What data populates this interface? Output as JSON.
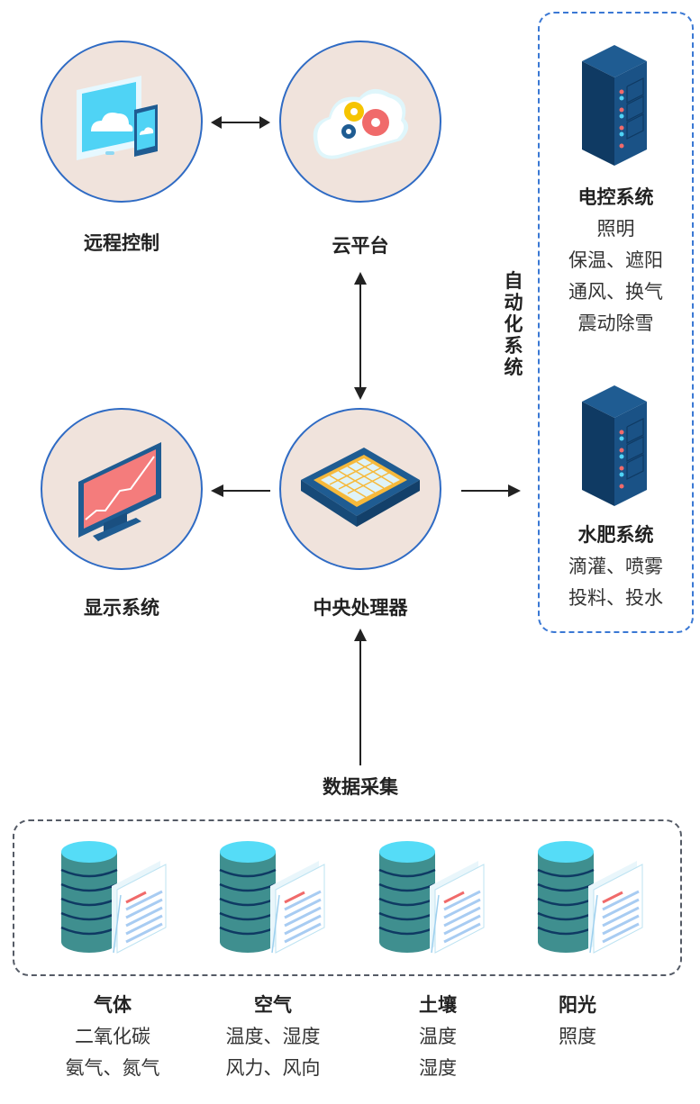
{
  "diagram": {
    "nodes": {
      "remote_control": {
        "label": "远程控制",
        "icon": "tablet-phone-cloud-icon"
      },
      "cloud_platform": {
        "label": "云平台",
        "icon": "cloud-gears-icon"
      },
      "display_system": {
        "label": "显示系统",
        "icon": "monitor-chart-icon"
      },
      "cpu": {
        "label": "中央处理器",
        "icon": "cpu-chip-icon"
      }
    },
    "automation": {
      "label": "自动化系统",
      "systems": [
        {
          "title": "电控系统",
          "items": [
            "照明",
            "保温、遮阳",
            "通风、换气",
            "震动除雪"
          ],
          "icon": "server-rack-icon"
        },
        {
          "title": "水肥系统",
          "items": [
            "滴灌、喷雾",
            "投料、投水"
          ],
          "icon": "server-rack-icon"
        }
      ]
    },
    "data_collection": {
      "label": "数据采集",
      "sources": [
        {
          "title": "气体",
          "items": [
            "二氧化碳",
            "氨气、氮气"
          ],
          "icon": "database-document-icon"
        },
        {
          "title": "空气",
          "items": [
            "温度、湿度",
            "风力、风向"
          ],
          "icon": "database-document-icon"
        },
        {
          "title": "土壤",
          "items": [
            "温度",
            "湿度"
          ],
          "icon": "database-document-icon"
        },
        {
          "title": "阳光",
          "items": [
            "照度"
          ],
          "icon": "database-document-icon"
        }
      ]
    },
    "connections": [
      {
        "from": "远程控制",
        "to": "云平台",
        "direction": "bidirectional"
      },
      {
        "from": "云平台",
        "to": "中央处理器",
        "direction": "bidirectional"
      },
      {
        "from": "中央处理器",
        "to": "显示系统",
        "direction": "forward"
      },
      {
        "from": "中央处理器",
        "to": "自动化系统",
        "direction": "forward"
      },
      {
        "from": "数据采集",
        "to": "中央处理器",
        "direction": "forward"
      }
    ],
    "colors": {
      "circle_fill": "#f0e3dc",
      "circle_border": "#2f6bc4",
      "automation_border": "#3a78d4",
      "data_border": "#555b66",
      "arrow": "#222222"
    }
  }
}
